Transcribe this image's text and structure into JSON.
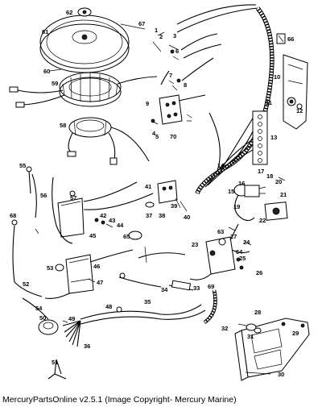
{
  "caption": "MercuryPartsOnline v2.5.1 (Image Copyright- Mercury Marine)",
  "part_numbers": [
    "1",
    "2",
    "3",
    "4",
    "5",
    "6",
    "7",
    "8",
    "9",
    "10",
    "11",
    "12",
    "13",
    "14",
    "15",
    "16",
    "17",
    "18",
    "19",
    "20",
    "21",
    "22",
    "23",
    "24",
    "25",
    "26",
    "27",
    "28",
    "29",
    "30",
    "31",
    "32",
    "33",
    "34",
    "35",
    "36",
    "37",
    "38",
    "39",
    "40",
    "41",
    "42",
    "43",
    "44",
    "45",
    "46",
    "47",
    "48",
    "49",
    "50",
    "51",
    "52",
    "53",
    "54",
    "55",
    "56",
    "57",
    "58",
    "59",
    "60",
    "61",
    "62",
    "63",
    "64",
    "65",
    "66",
    "67",
    "68",
    "69",
    "70"
  ]
}
